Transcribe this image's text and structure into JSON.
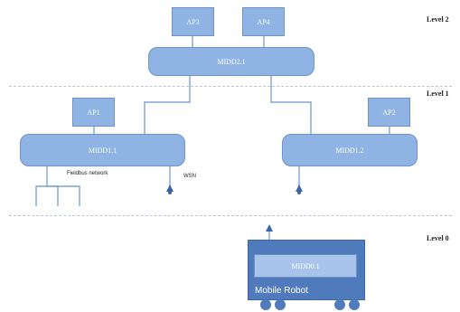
{
  "levels": {
    "level2": "Level 2",
    "level1": "Level 1",
    "level0": "Level 0"
  },
  "nodes": {
    "ap3": "AP3",
    "ap4": "AP4",
    "midd21": "MIDD2.1",
    "ap1": "AP1",
    "ap2": "AP2",
    "midd11": "MIDD1.1",
    "midd12": "MIDD1.2",
    "midd01": "MIDD0.1"
  },
  "labels": {
    "fieldbus": "Fieldbus network",
    "wsn": "WSN",
    "robot": "Mobile Robot"
  },
  "colors": {
    "box_fill": "#8fb3e2",
    "box_border": "#6f93c6",
    "robot_fill": "#4f7bbd",
    "wire": "#7fa3d6"
  }
}
